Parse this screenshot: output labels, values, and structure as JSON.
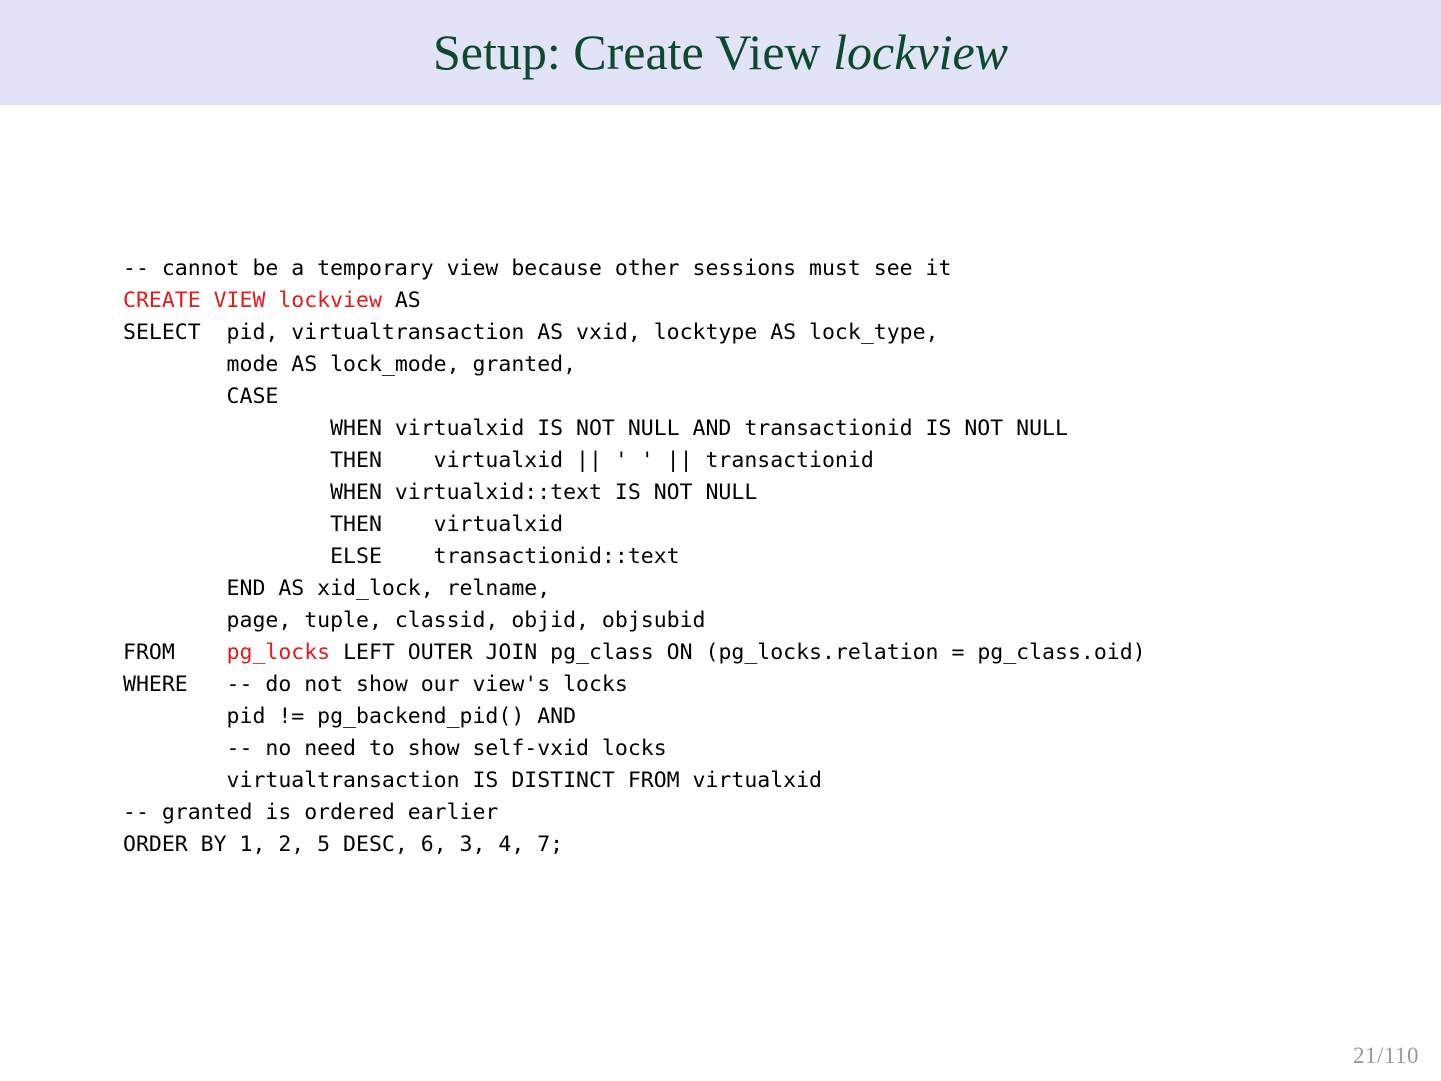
{
  "slide": {
    "title_main": "Setup: Create View ",
    "title_emphasis": "lockview",
    "title_color": "#0b4a2b",
    "header_background": "#e2e2f8",
    "body_background": "#ffffff",
    "page_number": "21/110",
    "page_number_color": "#9a9a9a"
  },
  "code": {
    "language": "sql",
    "keyword_color": "#e31b1b",
    "text_color": "#000000",
    "lines": [
      {
        "id": "line-1",
        "segments": [
          {
            "text": "-- cannot be a temporary view because other sessions must see it",
            "color": "plain"
          }
        ]
      },
      {
        "id": "line-2",
        "segments": [
          {
            "text": "CREATE VIEW lockview",
            "color": "red"
          },
          {
            "text": " AS",
            "color": "plain"
          }
        ]
      },
      {
        "id": "line-3",
        "segments": [
          {
            "text": "SELECT  pid, virtualtransaction AS vxid, locktype AS lock_type,",
            "color": "plain"
          }
        ]
      },
      {
        "id": "line-4",
        "segments": [
          {
            "text": "        mode AS lock_mode, granted,",
            "color": "plain"
          }
        ]
      },
      {
        "id": "line-5",
        "segments": [
          {
            "text": "        CASE",
            "color": "plain"
          }
        ]
      },
      {
        "id": "line-6",
        "segments": [
          {
            "text": "                WHEN virtualxid IS NOT NULL AND transactionid IS NOT NULL",
            "color": "plain"
          }
        ]
      },
      {
        "id": "line-7",
        "segments": [
          {
            "text": "                THEN    virtualxid || ' ' || transactionid",
            "color": "plain"
          }
        ]
      },
      {
        "id": "line-8",
        "segments": [
          {
            "text": "                WHEN virtualxid::text IS NOT NULL",
            "color": "plain"
          }
        ]
      },
      {
        "id": "line-9",
        "segments": [
          {
            "text": "                THEN    virtualxid",
            "color": "plain"
          }
        ]
      },
      {
        "id": "line-10",
        "segments": [
          {
            "text": "                ELSE    transactionid::text",
            "color": "plain"
          }
        ]
      },
      {
        "id": "line-11",
        "segments": [
          {
            "text": "        END AS xid_lock, relname,",
            "color": "plain"
          }
        ]
      },
      {
        "id": "line-12",
        "segments": [
          {
            "text": "        page, tuple, classid, objid, objsubid",
            "color": "plain"
          }
        ]
      },
      {
        "id": "line-13",
        "segments": [
          {
            "text": "FROM    ",
            "color": "plain"
          },
          {
            "text": "pg_locks",
            "color": "red"
          },
          {
            "text": " LEFT OUTER JOIN pg_class ON (pg_locks.relation = pg_class.oid)",
            "color": "plain"
          }
        ]
      },
      {
        "id": "line-14",
        "segments": [
          {
            "text": "WHERE   -- do not show our view's locks",
            "color": "plain"
          }
        ]
      },
      {
        "id": "line-15",
        "segments": [
          {
            "text": "        pid != pg_backend_pid() AND",
            "color": "plain"
          }
        ]
      },
      {
        "id": "line-16",
        "segments": [
          {
            "text": "        -- no need to show self-vxid locks",
            "color": "plain"
          }
        ]
      },
      {
        "id": "line-17",
        "segments": [
          {
            "text": "        virtualtransaction IS DISTINCT FROM virtualxid",
            "color": "plain"
          }
        ]
      },
      {
        "id": "line-18",
        "segments": [
          {
            "text": "-- granted is ordered earlier",
            "color": "plain"
          }
        ]
      },
      {
        "id": "line-19",
        "segments": [
          {
            "text": "ORDER BY 1, 2, 5 DESC, 6, 3, 4, 7;",
            "color": "plain"
          }
        ]
      }
    ]
  }
}
